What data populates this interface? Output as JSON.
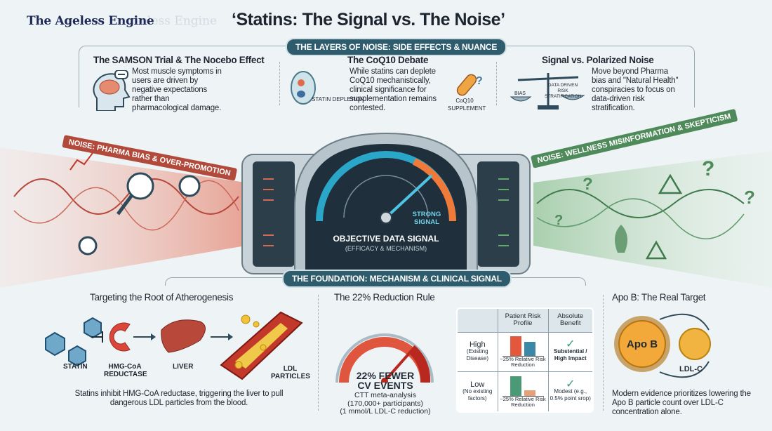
{
  "watermark": "The Ageless Engine",
  "title": "‘Statins: The Signal vs. The Noise’",
  "top_section": {
    "label": "THE LAYERS OF NOISE: SIDE EFFECTS & NUANCE",
    "columns": [
      {
        "heading": "The SAMSON Trial & The Nocebo Effect",
        "text": "Most muscle symptoms in users are driven by negative expectations rather than pharmacological damage."
      },
      {
        "heading": "The CoQ10 Debate",
        "text": "While statins can deplete CoQ10 mechanistically, clinical significance for supplementation remains contested.",
        "icon_labels": [
          "STATIN DEPLETION",
          "CoQ10 SUPPLEMENT"
        ]
      },
      {
        "heading": "Signal vs. Polarized Noise",
        "text": "Move beyond Pharma bias and \"Natural Health\" conspiracies to focus on data-driven risk stratification.",
        "icon_labels": [
          "BIAS",
          "DATA DRIVEN RISK STRATIFICATION"
        ]
      }
    ]
  },
  "middle": {
    "noise_left": "NOISE: PHARMA BIAS & OVER-PROMOTION",
    "noise_right": "NOISE: WELLNESS MISINFORMATION & SKEPTICISM",
    "gauge_reading": "STRONG SIGNAL",
    "gauge_title": "OBJECTIVE DATA SIGNAL",
    "gauge_subtitle": "(EFFICACY & MECHANISM)",
    "gauge_level": 0.78,
    "colors": {
      "noise_left": "#b24a3c",
      "noise_right": "#4f8a5b",
      "signal": "#2e5c6c"
    }
  },
  "bottom_section": {
    "label": "THE FOUNDATION: MECHANISM & CLINICAL SIGNAL",
    "mechanism": {
      "heading": "Targeting the Root of Atherogenesis",
      "steps": [
        "STATIN",
        "HMG-CoA REDUCTASE",
        "LIVER",
        "LDL PARTICLES"
      ],
      "text": "Statins inhibit HMG-CoA reductase, triggering the liver to pull dangerous LDL particles from the blood."
    },
    "reduction": {
      "heading": "The 22% Reduction Rule",
      "headline_1": "22% FEWER",
      "headline_2": "CV EVENTS",
      "source_1": "CTT meta-analysis",
      "source_2": "(170,000+ participants)",
      "source_3": "(1 mmol/L LDL-C reduction)",
      "table": {
        "headers": [
          "",
          "Patient Risk Profile",
          "Absolute Benefit"
        ],
        "rows": [
          {
            "risk": "High",
            "risk_note": "(Existing Disease)",
            "chart_caption": "~25% Relative Risk Reduction",
            "benefit": "Substential / High Impact"
          },
          {
            "risk": "Low",
            "risk_note": "(No existing factors)",
            "chart_caption": "~25% Relative Risk Reduction",
            "benefit": "Modest (e.g., 0.5% point srop)"
          }
        ]
      }
    },
    "apob": {
      "heading": "Apo B: The Real Target",
      "particle_1": "Apo B",
      "particle_2": "LDL-C",
      "text": "Modern evidence prioritizes lowering the Apo B particle count over LDL-C concentration alone."
    }
  }
}
